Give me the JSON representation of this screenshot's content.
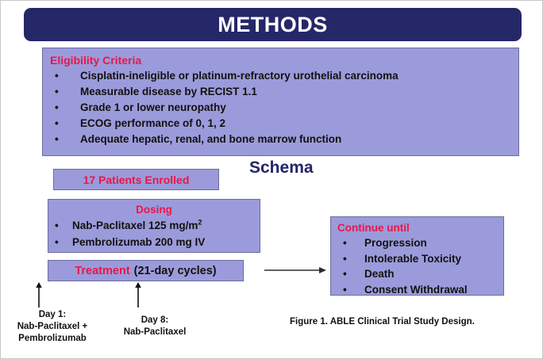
{
  "banner": {
    "title": "METHODS",
    "background_color": "#262768",
    "text_color": "#ffffff"
  },
  "colors": {
    "panel_fill": "#9b9bdb",
    "panel_border": "#6b6b9c",
    "heading_red": "#e8174a",
    "schema_navy": "#23246b",
    "body_black": "#12100f"
  },
  "eligibility": {
    "heading": "Eligibility Criteria",
    "bullet_glyph": "•",
    "items": [
      "Cisplatin-ineligible or platinum-refractory urothelial carcinoma",
      "Measurable disease by RECIST 1.1",
      "Grade 1 or lower neuropathy",
      "ECOG performance of 0, 1, 2",
      "Adequate hepatic, renal, and bone marrow function"
    ]
  },
  "schema": {
    "title": "Schema"
  },
  "enrolled": {
    "label": "17 Patients Enrolled"
  },
  "dosing": {
    "heading": "Dosing",
    "bullet_glyph": "•",
    "items": [
      {
        "text": "Nab-Paclitaxel 125 mg/m",
        "superscript": "2"
      },
      {
        "text": "Pembrolizumab 200 mg IV",
        "superscript": ""
      }
    ]
  },
  "treatment": {
    "heading": "Treatment",
    "detail": "(21-day cycles)"
  },
  "continue_until": {
    "heading": "Continue until",
    "bullet_glyph": "•",
    "items": [
      "Progression",
      "Intolerable Toxicity",
      "Death",
      "Consent Withdrawal"
    ]
  },
  "day_markers": [
    {
      "title": "Day 1:",
      "line2": "Nab-Paclitaxel +",
      "line3": "Pembrolizumab"
    },
    {
      "title": "Day 8:",
      "line2": "Nab-Paclitaxel",
      "line3": ""
    }
  ],
  "caption": {
    "text": "Figure 1. ABLE Clinical Trial Study Design."
  }
}
